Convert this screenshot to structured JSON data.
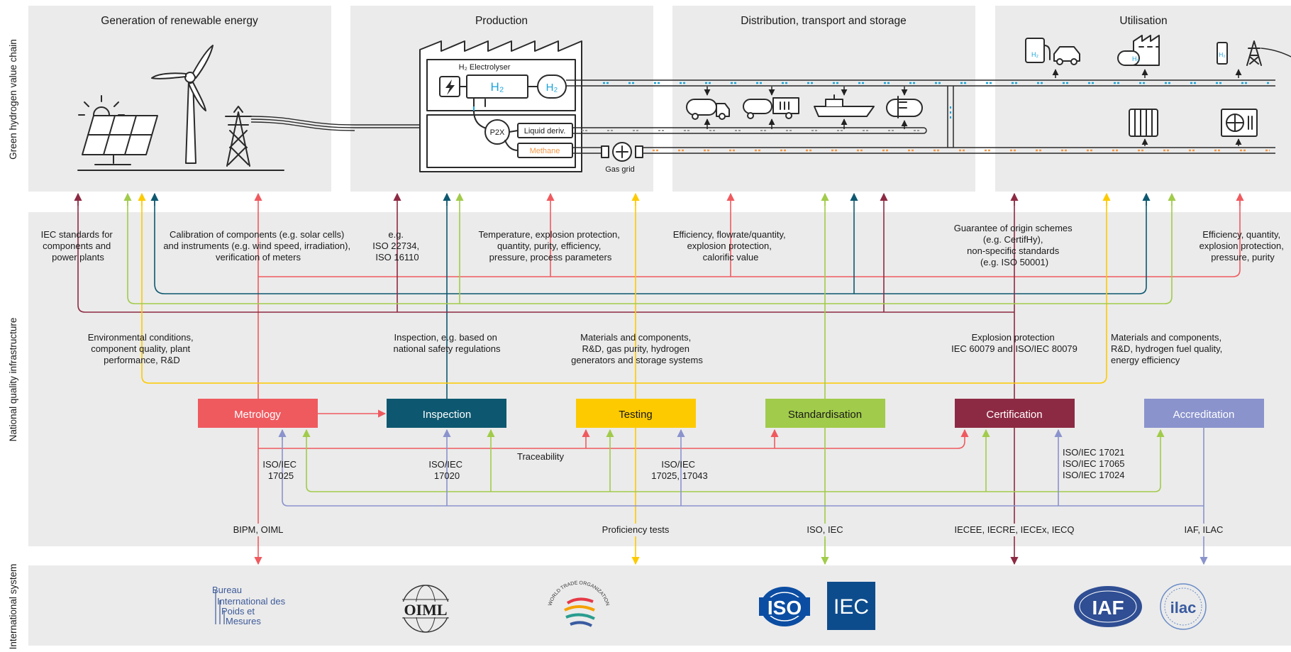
{
  "side_labels": {
    "value_chain": "Green hydrogen value chain",
    "nqi": "National quality infrastructure",
    "international": "International system"
  },
  "panels": {
    "generation": "Generation of renewable energy",
    "production": "Production",
    "distribution": "Distribution, transport and storage",
    "utilisation": "Utilisation"
  },
  "production": {
    "electrolyser": "H₂ Electrolyser",
    "h2": "H₂",
    "p2x": "P2X",
    "liquid": "Liquid deriv.",
    "methane": "Methane",
    "gas_grid": "Gas grid"
  },
  "annotations": {
    "iec_standards": [
      "IEC standards for",
      "components and",
      "power plants"
    ],
    "calibration": [
      "Calibration of components (e.g. solar cells)",
      "and instruments (e.g. wind speed, irradiation),",
      "verification of meters"
    ],
    "iso22734": [
      "e.g.",
      "ISO 22734,",
      "ISO 16110"
    ],
    "temperature": [
      "Temperature, explosion protection,",
      "quantity, purity, efficiency,",
      "pressure, process parameters"
    ],
    "efficiency_flow": [
      "Efficiency, flowrate/quantity,",
      "explosion protection,",
      "calorific value"
    ],
    "guarantee": [
      "Guarantee of origin schemes",
      "(e.g. CertifHy),",
      "non-specific standards",
      "(e.g. ISO 50001)"
    ],
    "efficiency_quantity": [
      "Efficiency, quantity,",
      "explosion protection,",
      "pressure, purity"
    ],
    "environmental": [
      "Environmental conditions,",
      "component quality, plant",
      "performance, R&D"
    ],
    "inspection_safety": [
      "Inspection, e.g. based on",
      "national safety regulations"
    ],
    "materials_testing": [
      "Materials and components,",
      "R&D, gas purity, hydrogen",
      "generators and storage systems"
    ],
    "explosion": [
      "Explosion protection",
      "IEC 60079 and ISO/IEC 80079"
    ],
    "materials_util": [
      "Materials and components,",
      "R&D, hydrogen fuel quality,",
      "energy efficiency"
    ],
    "traceability": "Traceability",
    "iso17025": [
      "ISO/IEC",
      "17025"
    ],
    "iso17020": [
      "ISO/IEC",
      "17020"
    ],
    "iso17025_17043": [
      "ISO/IEC",
      "17025, 17043"
    ],
    "iso17021": [
      "ISO/IEC 17021",
      "ISO/IEC 17065",
      "ISO/IEC 17024"
    ]
  },
  "boxes": [
    {
      "label": "Metrology",
      "color": "#ef5a5f"
    },
    {
      "label": "Inspection",
      "color": "#0d5870"
    },
    {
      "label": "Testing",
      "color": "#fdca00"
    },
    {
      "label": "Standardisation",
      "color": "#a1cb4a"
    },
    {
      "label": "Certification",
      "color": "#8d2a43"
    },
    {
      "label": "Accreditation",
      "color": "#8a93cc"
    }
  ],
  "international": {
    "bipm": "BIPM, OIML",
    "proficiency": "Proficiency tests",
    "iso_iec": "ISO, IEC",
    "iecee": "IECEE, IECRE, IECEx, IECQ",
    "iaf": "IAF, ILAC"
  },
  "logos": {
    "bipm": [
      "Bureau",
      "International des",
      "Poids et",
      "Mesures"
    ],
    "oiml": "OIML",
    "wto": "WORLD TRADE ORGANIZATION",
    "iso": "ISO",
    "iec": "IEC",
    "iaf": "IAF",
    "ilac": "ilac"
  },
  "colors": {
    "metrology": "#ef5a5f",
    "inspection": "#0d5870",
    "testing": "#fdca00",
    "standardisation": "#a1cb4a",
    "certification": "#8d2a43",
    "accreditation": "#8a93cc",
    "panel_bg": "#ebebeb",
    "hydrogen_blue": "#1aa3d9",
    "methane_orange": "#f2994a",
    "iso_blue": "#0b4da2",
    "iec_blue": "#0d4c8c"
  }
}
